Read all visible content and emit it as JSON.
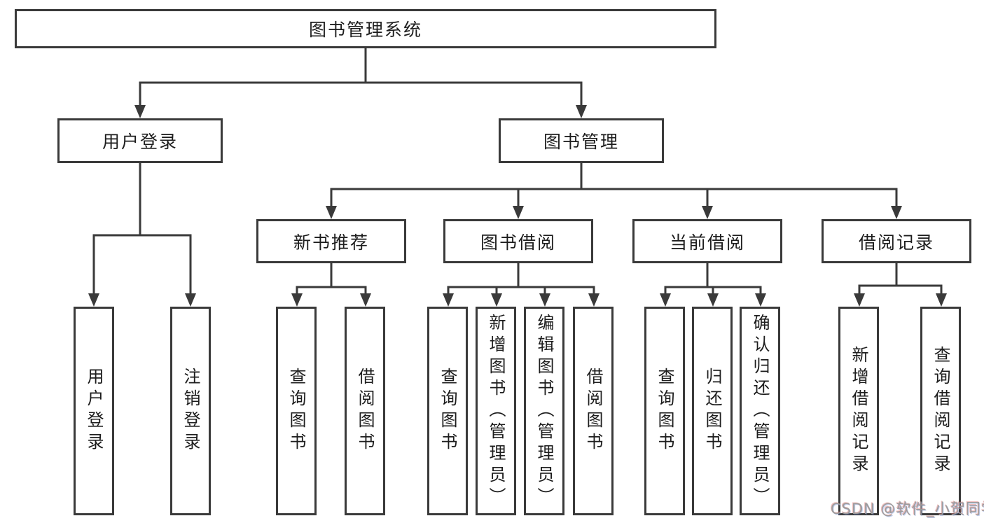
{
  "colors": {
    "line": "#3a3a3a",
    "box_border": "#3a3a3a",
    "box_bg": "#ffffff",
    "text": "#1d1d1d",
    "watermark": "#9c9c9c"
  },
  "tree": {
    "label": "图书管理系统",
    "children": [
      {
        "label": "用户登录",
        "children": [
          {
            "label": "用户登录"
          },
          {
            "label": "注销登录"
          }
        ]
      },
      {
        "label": "图书管理",
        "children": [
          {
            "label": "新书推荐",
            "children": [
              {
                "label": "查询图书"
              },
              {
                "label": "借阅图书"
              }
            ]
          },
          {
            "label": "图书借阅",
            "children": [
              {
                "label": "查询图书"
              },
              {
                "label": "新增图书（管理员）"
              },
              {
                "label": "编辑图书（管理员）"
              },
              {
                "label": "借阅图书"
              }
            ]
          },
          {
            "label": "当前借阅",
            "children": [
              {
                "label": "查询图书"
              },
              {
                "label": "归还图书"
              },
              {
                "label": "确认归还（管理员）"
              }
            ]
          },
          {
            "label": "借阅记录",
            "children": [
              {
                "label": "新增借阅记录"
              },
              {
                "label": "查询借阅记录"
              }
            ]
          }
        ]
      }
    ]
  },
  "watermark": {
    "text": "CSDN @软件_小贺同学"
  }
}
